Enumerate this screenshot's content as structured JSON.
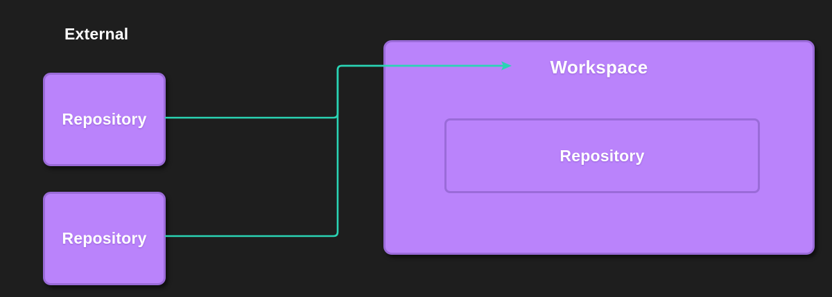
{
  "diagram": {
    "type": "block-diagram",
    "background_color": "#1e1e1e",
    "node_fill_color": "#ba83fb",
    "node_border_color": "#9a6bd8",
    "edge_color": "#2ad4b4",
    "text_color": "#ffffff",
    "group_label": "External",
    "external_repositories": [
      {
        "label": "Repository"
      },
      {
        "label": "Repository"
      }
    ],
    "workspace": {
      "title": "Workspace",
      "inner_repository": {
        "label": "Repository"
      }
    },
    "edges": [
      {
        "from": "external-repository-1",
        "to": "workspace",
        "arrow": true
      },
      {
        "from": "external-repository-2",
        "to": "workspace",
        "arrow": true
      }
    ]
  }
}
